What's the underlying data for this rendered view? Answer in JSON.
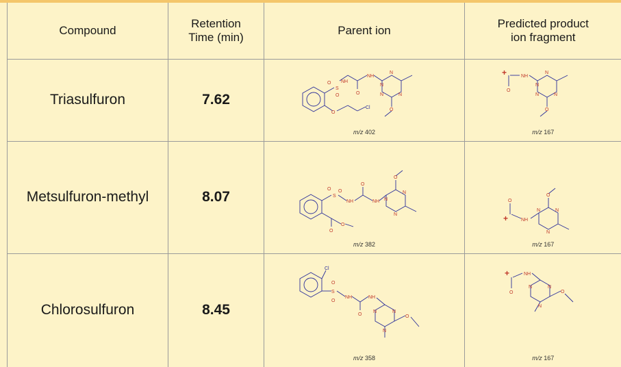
{
  "table": {
    "headers": {
      "compound": "Compound",
      "retention_line1": "Retention",
      "retention_line2": "Time (min)",
      "parent_ion": "Parent ion",
      "fragment_line1": "Predicted product",
      "fragment_line2": "ion fragment"
    },
    "rows": [
      {
        "compound": "Triasulfuron",
        "retention_time": "7.62",
        "parent_mz_prefix": "m/z",
        "parent_mz_value": "402",
        "fragment_mz_prefix": "m/z",
        "fragment_mz_value": "167"
      },
      {
        "compound": "Metsulfuron-methyl",
        "retention_time": "8.07",
        "parent_mz_prefix": "m/z",
        "parent_mz_value": "382",
        "fragment_mz_prefix": "m/z",
        "fragment_mz_value": "167"
      },
      {
        "compound": "Chlorosulfuron",
        "retention_time": "8.45",
        "parent_mz_prefix": "m/z",
        "parent_mz_value": "358",
        "fragment_mz_prefix": "m/z",
        "fragment_mz_value": "167"
      }
    ],
    "atom_labels": {
      "o": "O",
      "s": "S",
      "n": "N",
      "nh": "NH",
      "cl": "Cl",
      "plus": "+"
    }
  },
  "colors": {
    "background": "#fdf3c8",
    "top_rule": "#f4c66b",
    "bond": "#2b2f9a",
    "heteroatom": "#c0392b",
    "grid_line": "#9a9a9a"
  }
}
